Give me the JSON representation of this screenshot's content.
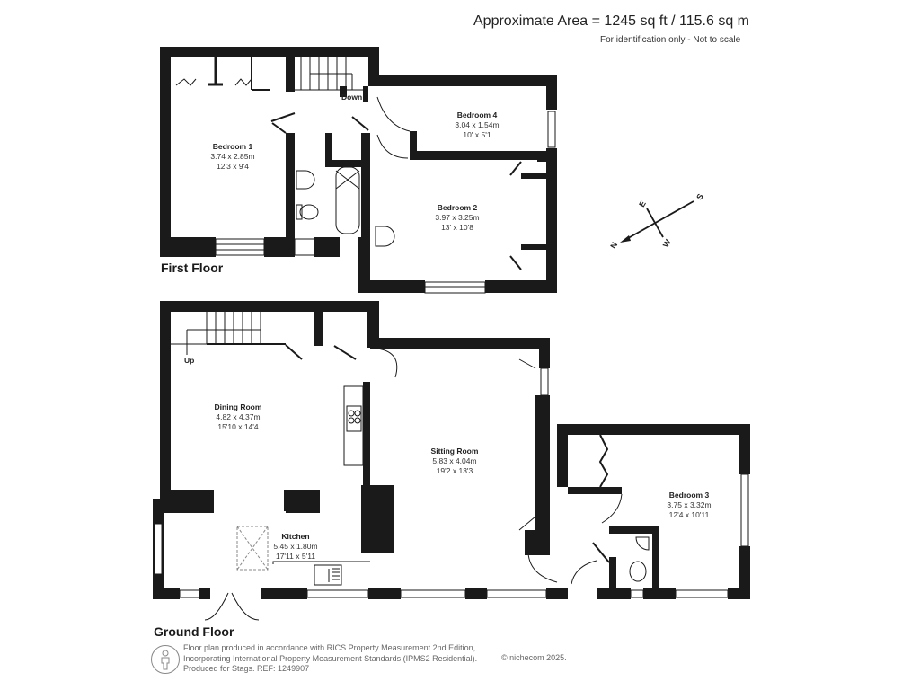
{
  "header": {
    "area": "Approximate Area = 1245 sq ft / 115.6 sq m",
    "note": "For identification only - Not to scale"
  },
  "floors": {
    "first": {
      "label": "First Floor",
      "stairs_label": "Down",
      "rooms": [
        {
          "name": "Bedroom 1",
          "metric": "3.74 x 2.85m",
          "imperial": "12'3 x 9'4"
        },
        {
          "name": "Bedroom 4",
          "metric": "3.04 x 1.54m",
          "imperial": "10' x 5'1"
        },
        {
          "name": "Bedroom 2",
          "metric": "3.97 x 3.25m",
          "imperial": "13' x 10'8"
        }
      ]
    },
    "ground": {
      "label": "Ground Floor",
      "stairs_label": "Up",
      "rooms": [
        {
          "name": "Dining Room",
          "metric": "4.82 x 4.37m",
          "imperial": "15'10 x 14'4"
        },
        {
          "name": "Kitchen",
          "metric": "5.45 x 1.80m",
          "imperial": "17'11 x 5'11"
        },
        {
          "name": "Sitting Room",
          "metric": "5.83 x 4.04m",
          "imperial": "19'2 x 13'3"
        },
        {
          "name": "Bedroom 3",
          "metric": "3.75 x 3.32m",
          "imperial": "12'4 x 10'11"
        }
      ]
    }
  },
  "compass": {
    "north": "N",
    "south": "S",
    "east": "E",
    "west": "W"
  },
  "footer": {
    "line1": "Floor plan produced in accordance with RICS Property Measurement 2nd Edition,",
    "line2": "Incorporating International Property Measurement Standards (IPMS2 Residential).",
    "line3": "Produced for Stags.   REF: 1249907",
    "copyright": "© nichecom 2025."
  },
  "colors": {
    "wall": "#1a1a1a",
    "background": "#ffffff",
    "fixture": "#555555"
  }
}
